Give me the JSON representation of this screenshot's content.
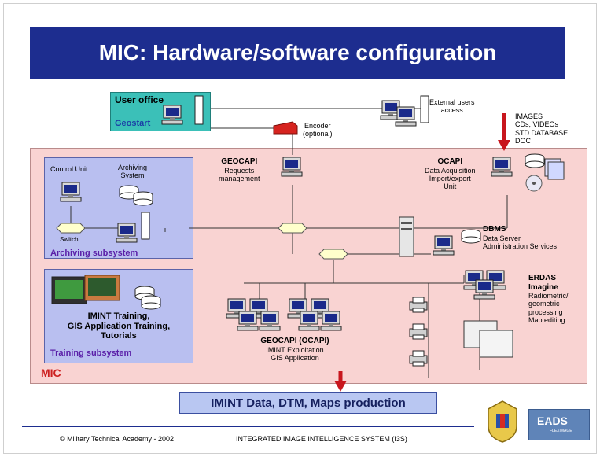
{
  "title": "MIC: Hardware/software configuration",
  "user_office": {
    "title": "User office",
    "subtitle": "Geostart"
  },
  "external": {
    "line1": "External users",
    "line2": "access"
  },
  "encoder": {
    "line1": "Encoder",
    "line2": "(optional)"
  },
  "images": {
    "line1": "IMAGES",
    "line2": "CDs, VIDEOs",
    "line3": "STD DATABASE",
    "line4": "DOC"
  },
  "geocapi": {
    "title": "GEOCAPI",
    "line1": "Requests",
    "line2": "management"
  },
  "ocapi": {
    "title": "OCAPI",
    "line1": "Data Acquisition",
    "line2": "Import/export",
    "line3": "Unit"
  },
  "archiving": {
    "control_unit": "Control Unit",
    "system_line1": "Archiving",
    "system_line2": "System",
    "switch": "Switch",
    "label": "Archiving subsystem"
  },
  "dbms": {
    "title": "DBMS",
    "line1": "Data Server",
    "line2": "Administration Services"
  },
  "erdas": {
    "title_line1": "ERDAS",
    "title_line2": "Imagine",
    "line1": "Radiometric/",
    "line2": "geometric",
    "line3": "processing",
    "line4": "Map editing"
  },
  "training": {
    "line1": "IMINT Training,",
    "line2": "GIS Application Training,",
    "line3": "Tutorials",
    "label": "Training subsystem"
  },
  "geocapi_ocapi": {
    "title": "GEOCAPI (OCAPI)",
    "line1": "IMINT Exploitation",
    "line2": "GIS Application"
  },
  "mic_label": "MIC",
  "output": "IMINT Data, DTM, Maps production",
  "footer": {
    "left": "© Military Technical Academy - 2002",
    "center": "INTEGRATED IMAGE INTELLIGENCE SYSTEM (I3S)"
  },
  "logo": {
    "text": "EADS",
    "sub": "FLEXIMAGE"
  },
  "colors": {
    "title_bg": "#1d2d8f",
    "mic_bg": "#f9d3d2",
    "subsystem_bg": "#b9bff0",
    "user_office_bg": "#3bc0b8",
    "arrow": "#c8161d",
    "mic_label": "#cc2020"
  }
}
